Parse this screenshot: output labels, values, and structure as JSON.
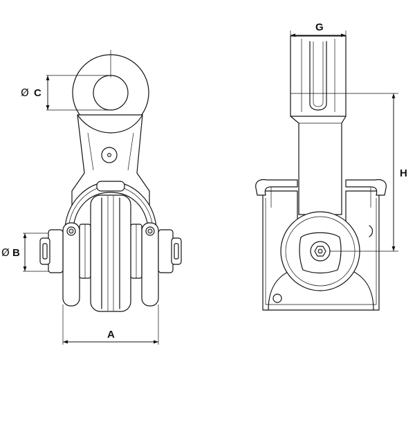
{
  "dimensions": {
    "a": "A",
    "b": "B",
    "c": "C",
    "g": "G",
    "h": "H"
  },
  "symbols": {
    "diameter": "Ø"
  },
  "colors": {
    "line": "#111111",
    "background": "#ffffff"
  }
}
